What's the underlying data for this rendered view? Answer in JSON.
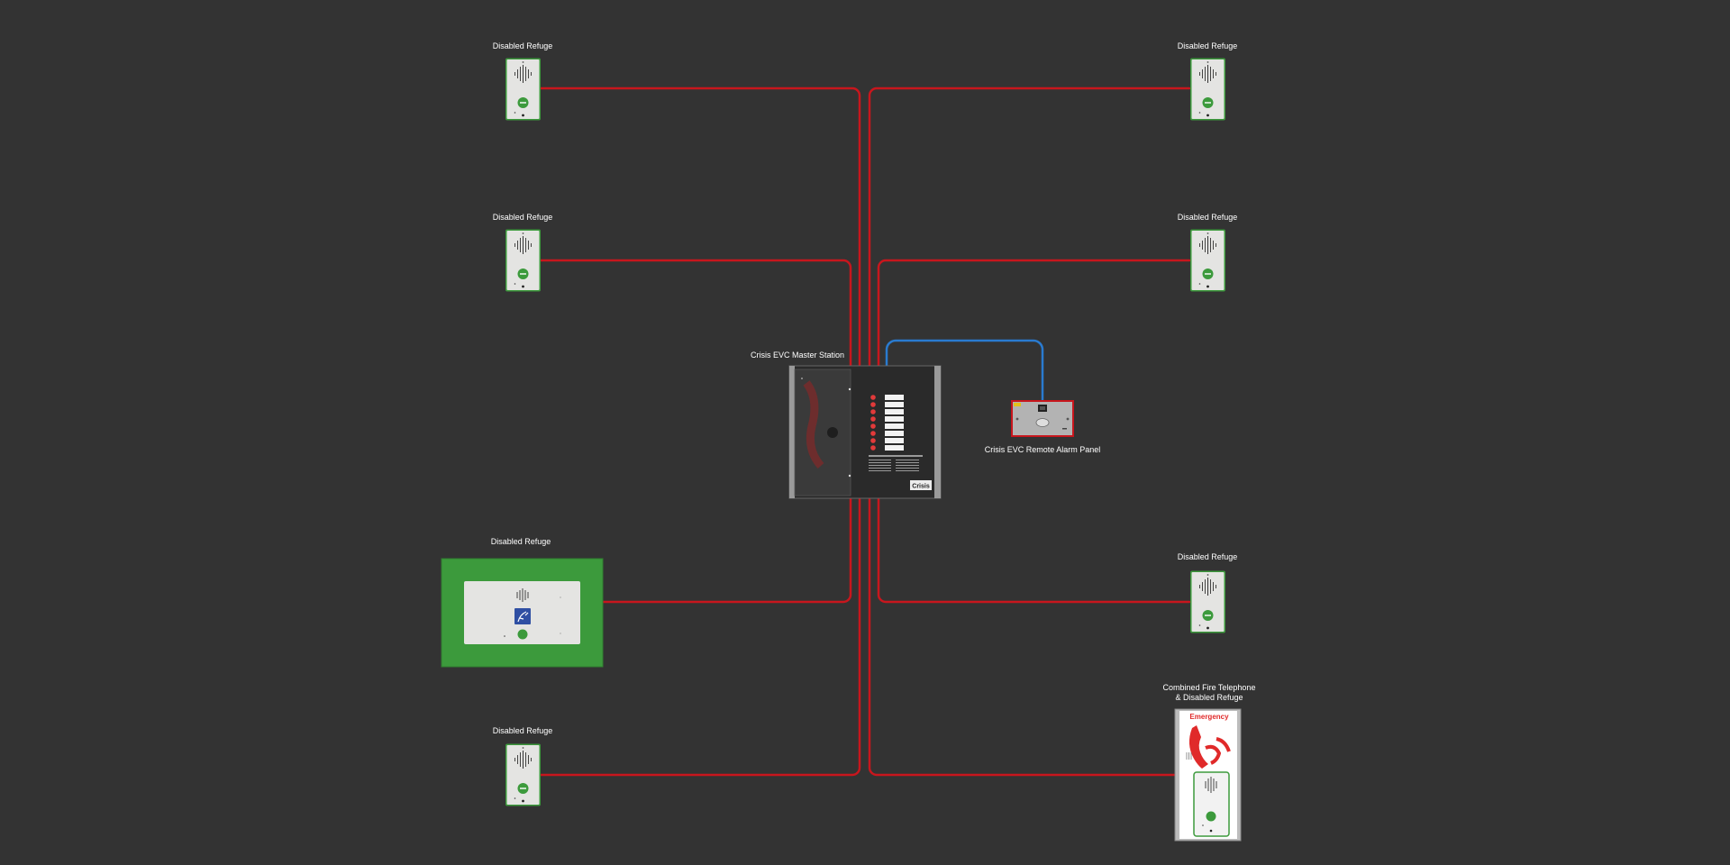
{
  "colors": {
    "background": "#333333",
    "fire_cable": "#c8161d",
    "data_cable": "#2a7bd0",
    "refuge_green": "#3c9a3c",
    "label_text": "#ffffff"
  },
  "devices": {
    "refuge_top_left": {
      "label": "Disabled Refuge",
      "icon": "refuge-outstation-icon"
    },
    "refuge_top_right": {
      "label": "Disabled Refuge",
      "icon": "refuge-outstation-icon"
    },
    "refuge_mid_left": {
      "label": "Disabled Refuge",
      "icon": "refuge-outstation-icon"
    },
    "refuge_mid_right": {
      "label": "Disabled Refuge",
      "icon": "refuge-outstation-icon"
    },
    "refuge_wide": {
      "label": "Disabled Refuge",
      "icon": "wide-refuge-panel-icon"
    },
    "refuge_lower_right": {
      "label": "Disabled Refuge",
      "icon": "refuge-outstation-icon"
    },
    "refuge_bottom_left": {
      "label": "Disabled Refuge",
      "icon": "refuge-outstation-icon"
    },
    "master_station": {
      "label": "Crisis EVC Master Station",
      "brand": "Crisis",
      "icon": "master-station-icon"
    },
    "remote_alarm_panel": {
      "label": "Crisis EVC Remote Alarm Panel",
      "icon": "remote-alarm-panel-icon"
    },
    "combined_fire": {
      "label_line1": "Combined Fire Telephone",
      "label_line2": "& Disabled Refuge",
      "header": "Emergency",
      "icon": "fire-telephone-icon"
    }
  }
}
